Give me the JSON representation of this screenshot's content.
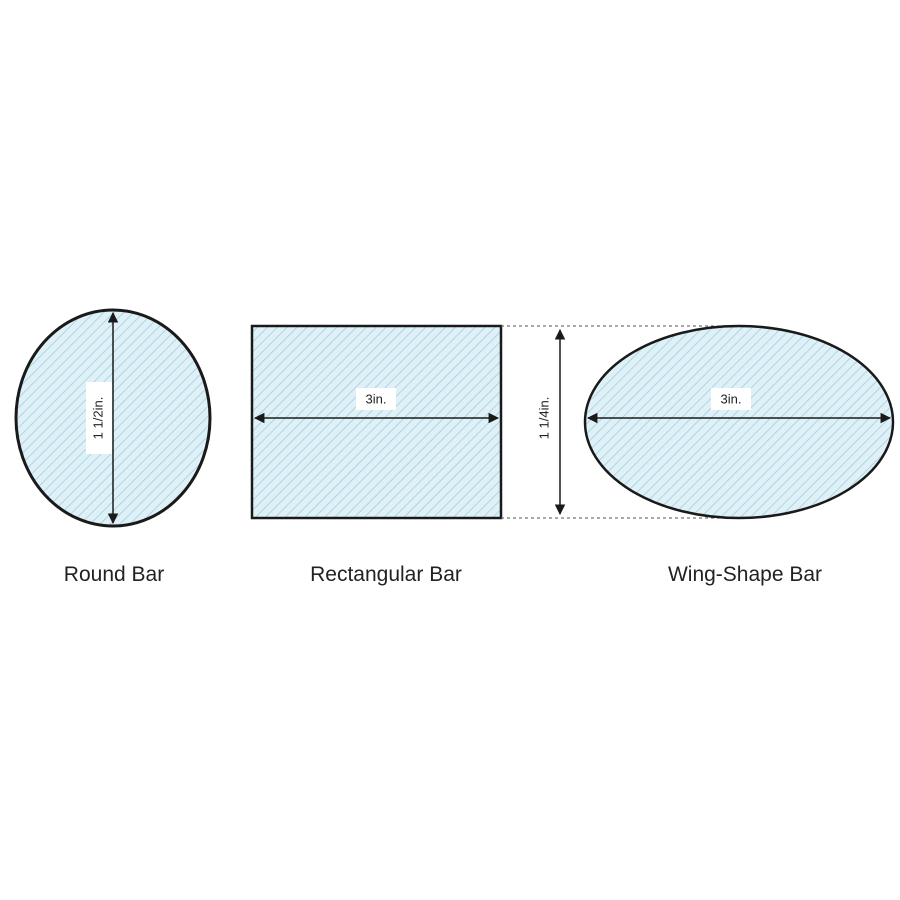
{
  "shapes": {
    "round": {
      "caption": "Round Bar",
      "dimension": "1 1/2in."
    },
    "rectangular": {
      "caption": "Rectangular Bar",
      "width_dimension": "3in."
    },
    "height": {
      "dimension": "1 1/4in."
    },
    "wing": {
      "caption": "Wing-Shape Bar",
      "width_dimension": "3in."
    }
  },
  "colors": {
    "fill": "#dff1f7",
    "hatch": "#9fcfe0",
    "outline": "#1a1a1a"
  }
}
